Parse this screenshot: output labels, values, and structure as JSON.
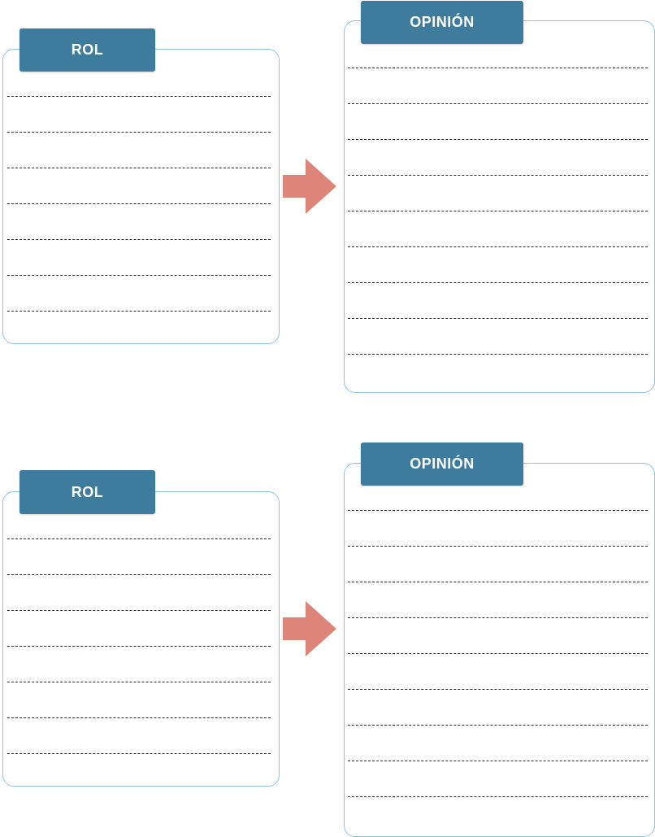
{
  "colors": {
    "card_border": "#8cc4df",
    "tab_fill": "#3d7c9c",
    "tab_text": "#ffffff",
    "arrow": "#de8579",
    "line": "#2a2a2a"
  },
  "sections": [
    {
      "role_card": {
        "title": "ROL"
      },
      "arrow_icon": "right-arrow-icon",
      "opinion_card": {
        "title": "OPINIÓN"
      }
    },
    {
      "role_card": {
        "title": "ROL"
      },
      "arrow_icon": "right-arrow-icon",
      "opinion_card": {
        "title": "OPINIÓN"
      }
    }
  ]
}
